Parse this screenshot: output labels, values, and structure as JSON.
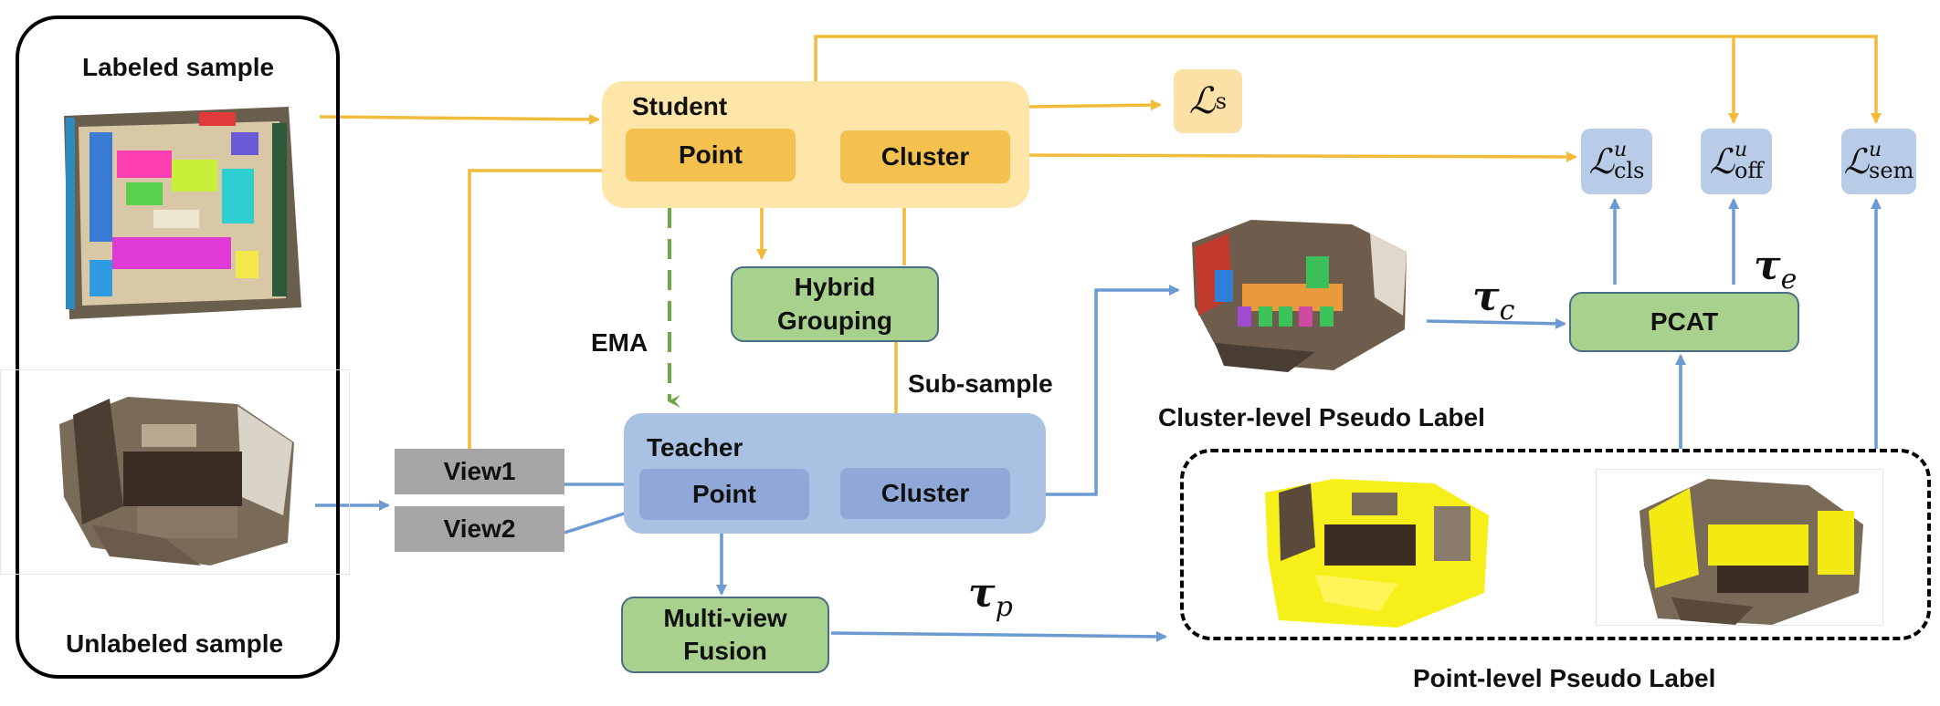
{
  "diagram": {
    "labeled_sample": "Labeled sample",
    "unlabeled_sample": "Unlabeled sample",
    "student": {
      "title": "Student",
      "point": "Point",
      "cluster": "Cluster"
    },
    "teacher": {
      "title": "Teacher",
      "point": "Point",
      "cluster": "Cluster"
    },
    "view1": "View1",
    "view2": "View2",
    "ema": "EMA",
    "hybrid_grouping": [
      "Hybrid",
      "Grouping"
    ],
    "sub_sample": "Sub-sample",
    "multiview_fusion": [
      "Multi-view",
      "Fusion"
    ],
    "pcat": "PCAT",
    "cluster_level_label": "Cluster-level Pseudo Label",
    "point_level_label": "Point-level Pseudo Label",
    "losses": {
      "supervised": {
        "symbol": "ℒ",
        "sub": "s"
      },
      "cls": {
        "symbol": "ℒ",
        "sup": "u",
        "sub": "cls"
      },
      "off": {
        "symbol": "ℒ",
        "sup": "u",
        "sub": "off"
      },
      "sem": {
        "symbol": "ℒ",
        "sup": "u",
        "sub": "sem"
      }
    },
    "thresholds": {
      "tau_c": {
        "symbol": "τ",
        "sub": "c"
      },
      "tau_e": {
        "symbol": "τ",
        "sub": "e"
      },
      "tau_p": {
        "symbol": "τ",
        "sub": "p"
      }
    },
    "colors": {
      "student_bg": "#fde6a8",
      "student_module": "#f4c14f",
      "teacher_bg": "#a9c2e4",
      "teacher_module": "#8fa8d8",
      "green_box": "#a9d18e",
      "orange_arrow": "#f2bb3c",
      "blue_arrow": "#6c9bd2",
      "green_arrow": "#70a845"
    }
  }
}
